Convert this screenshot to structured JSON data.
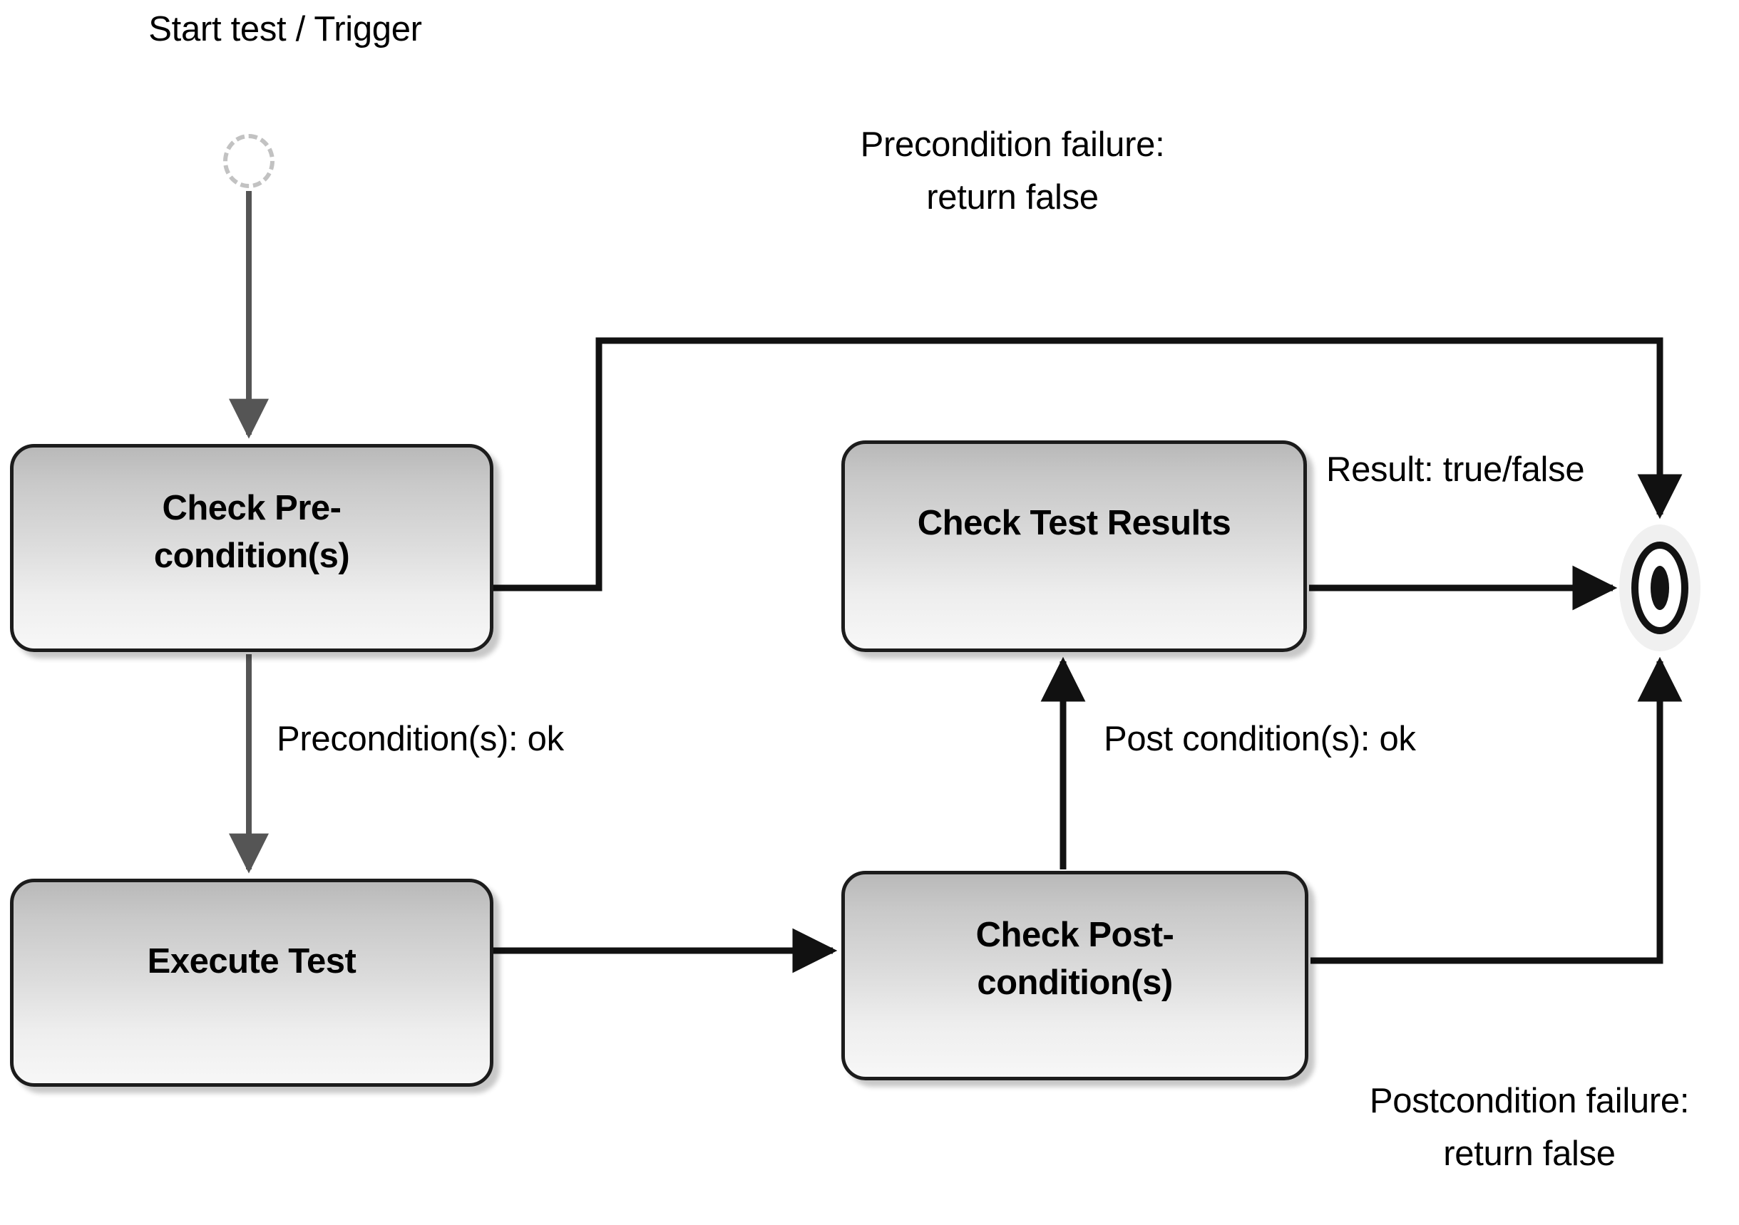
{
  "diagram": {
    "type": "uml-activity-diagram",
    "title": "Test execution activity flow",
    "background_color": "#ffffff",
    "text_color": "#000000",
    "node_border_color": "#1c1c1c",
    "node_fill_top": "#b9b9b9",
    "node_fill_bottom": "#f7f7f7",
    "edge_color": "#000000",
    "initial_node_color": "#c2c2c2"
  },
  "nodes": {
    "initial": {
      "name": "initial-node",
      "label": ""
    },
    "check_precondition": {
      "label": "Check Pre-\ncondition(s)"
    },
    "execute_test": {
      "label": "Execute Test"
    },
    "check_postcondition": {
      "label": "Check Post-\ncondition(s)"
    },
    "check_test_results": {
      "label": "Check Test Results"
    },
    "final": {
      "name": "final-node",
      "label": ""
    }
  },
  "labels": {
    "start_trigger": "Start test / Trigger",
    "precondition_failure": "Precondition failure:\nreturn false",
    "precondition_ok": "Precondition(s): ok",
    "post_condition_ok": "Post condition(s): ok",
    "result_true_false": "Result: true/false",
    "postcondition_failure": "Postcondition failure:\nreturn false"
  },
  "edges": [
    {
      "from": "initial",
      "to": "check_precondition",
      "label": "Start test / Trigger"
    },
    {
      "from": "check_precondition",
      "to": "execute_test",
      "label": "Precondition(s): ok"
    },
    {
      "from": "check_precondition",
      "to": "final",
      "label": "Precondition failure:\nreturn false"
    },
    {
      "from": "execute_test",
      "to": "check_postcondition",
      "label": ""
    },
    {
      "from": "check_postcondition",
      "to": "check_test_results",
      "label": "Post condition(s): ok"
    },
    {
      "from": "check_postcondition",
      "to": "final",
      "label": "Postcondition failure:\nreturn false"
    },
    {
      "from": "check_test_results",
      "to": "final",
      "label": "Result: true/false"
    }
  ]
}
